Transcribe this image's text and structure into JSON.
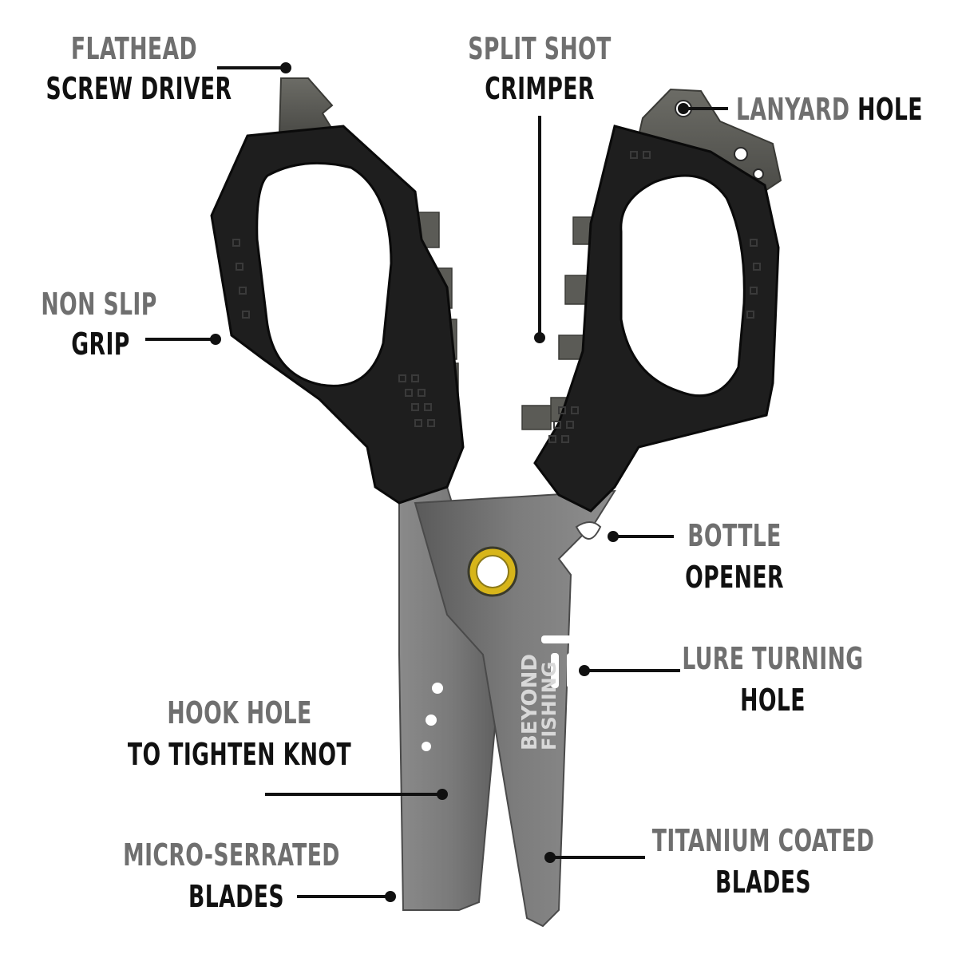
{
  "colors": {
    "background": "#ffffff",
    "grey_text": "#6f6f6f",
    "black_text": "#111111",
    "handle": "#1f1f1f",
    "steel": "#777777",
    "pivot_ring": "#d7b51a"
  },
  "brand": {
    "text_line1": "BEYOND",
    "text_line2": "FISHING"
  },
  "callouts": {
    "flathead": {
      "line1": "FLATHEAD",
      "line2": "SCREW DRIVER"
    },
    "crimper": {
      "line1": "SPLIT SHOT",
      "line2": "CRIMPER"
    },
    "lanyard": {
      "part1": "LANYARD",
      "part2": "HOLE"
    },
    "grip": {
      "line1": "NON SLIP",
      "line2": "GRIP"
    },
    "bottle": {
      "line1": "BOTTLE",
      "line2": "OPENER"
    },
    "lure": {
      "line1": "LURE TURNING",
      "line2": "HOLE"
    },
    "hook": {
      "line1": "HOOK HOLE",
      "line2": "TO TIGHTEN KNOT"
    },
    "serrated": {
      "line1": "MICRO-SERRATED",
      "line2": "BLADES"
    },
    "titanium": {
      "line1": "TITANIUM COATED",
      "line2": "BLADES"
    }
  }
}
